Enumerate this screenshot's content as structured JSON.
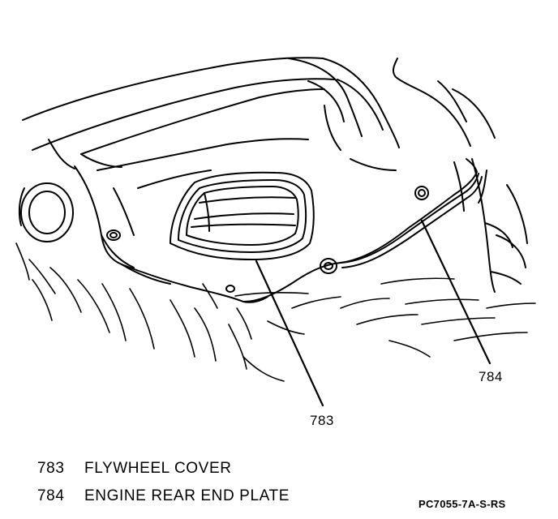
{
  "callouts": [
    {
      "id": "783",
      "text": "783"
    },
    {
      "id": "784",
      "text": "784"
    }
  ],
  "legend": [
    {
      "number": "783",
      "description": "FLYWHEEL COVER"
    },
    {
      "number": "784",
      "description": "ENGINE REAR END PLATE"
    }
  ],
  "figure_code": "PC7055-7A-S-RS",
  "colors": {
    "line": "#000000",
    "background": "#ffffff"
  }
}
